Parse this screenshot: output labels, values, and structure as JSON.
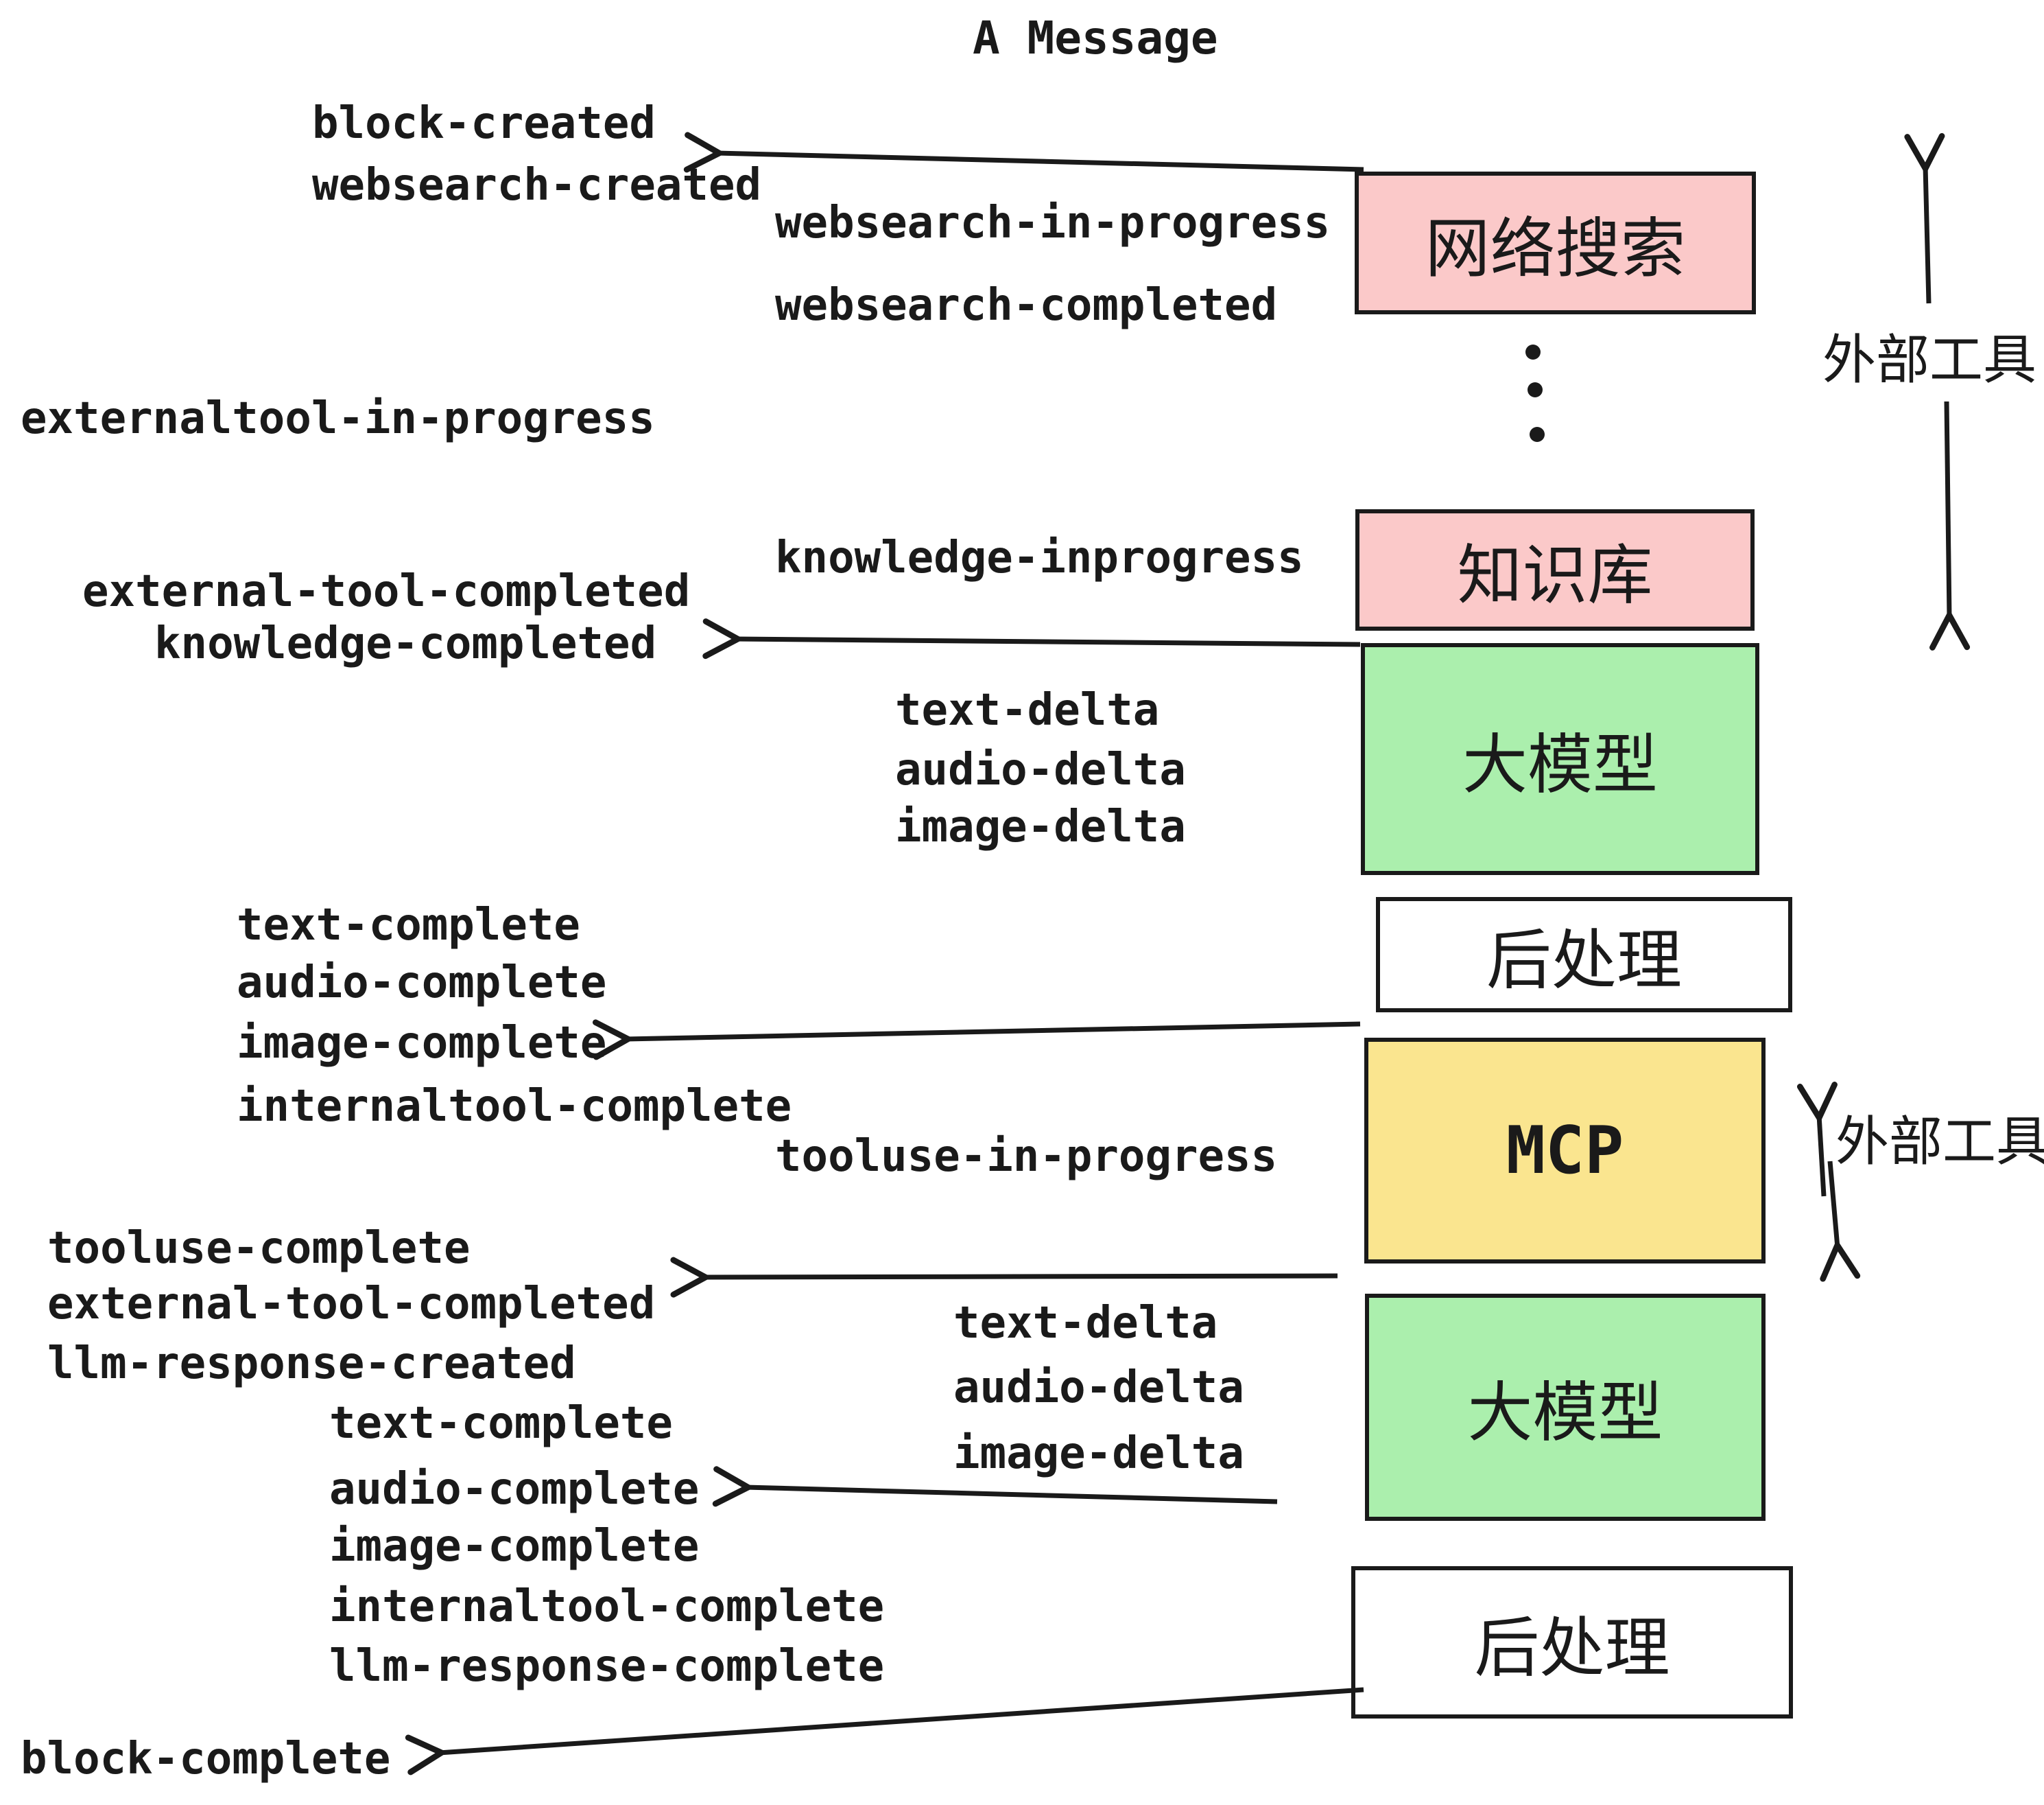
{
  "title": "A Message",
  "events": {
    "block_created": "block-created",
    "websearch_created": "websearch-created",
    "websearch_in_progress": "websearch-in-progress",
    "websearch_completed": "websearch-completed",
    "externaltool_in_progress": "externaltool-in-progress",
    "knowledge_inprogress": "knowledge-inprogress",
    "external_tool_completed": "external-tool-completed",
    "knowledge_completed": "knowledge-completed",
    "text_delta": "text-delta",
    "audio_delta": "audio-delta",
    "image_delta": "image-delta",
    "text_complete": "text-complete",
    "audio_complete": "audio-complete",
    "image_complete": "image-complete",
    "internaltool_complete": "internaltool-complete",
    "tooluse_in_progress": "tooluse-in-progress",
    "tooluse_complete": "tooluse-complete",
    "external_tool_completed_2": "external-tool-completed",
    "llm_response_created": "llm-response-created",
    "text_delta_2": "text-delta",
    "audio_delta_2": "audio-delta",
    "image_delta_2": "image-delta",
    "text_complete_2": "text-complete",
    "audio_complete_2": "audio-complete",
    "image_complete_2": "image-complete",
    "internaltool_complete_2": "internaltool-complete",
    "llm_response_complete": "llm-response-complete",
    "block_complete": "block-complete"
  },
  "boxes": {
    "websearch": "网络搜索",
    "knowledge": "知识库",
    "llm1": "大模型",
    "post1": "后处理",
    "mcp": "MCP",
    "llm2": "大模型",
    "post2": "后处理"
  },
  "annotations": {
    "external_tools_top": "外部工具",
    "external_tools_mid": "外部工具"
  },
  "colors": {
    "pink": "#FBC9C9",
    "green": "#ABEFAD",
    "yellow": "#FAE58F",
    "ink": "#1A1A1A",
    "background": "#FFFFFF"
  }
}
